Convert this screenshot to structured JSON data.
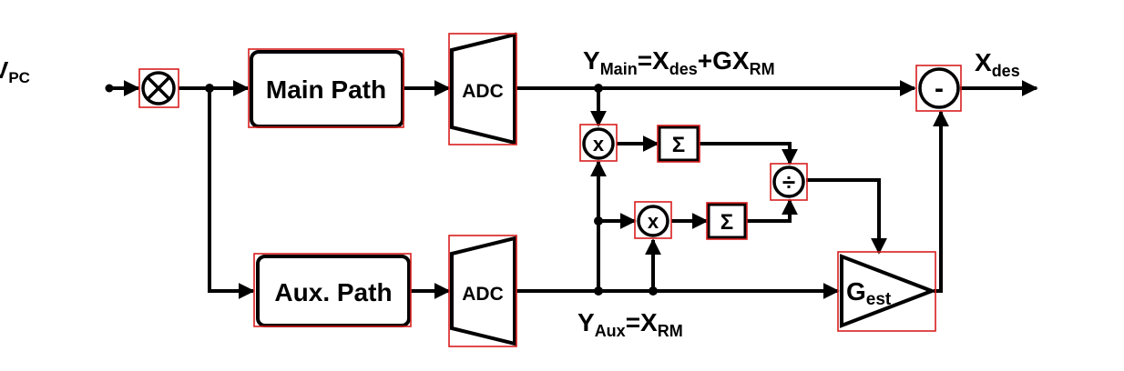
{
  "input_label": {
    "main": "V",
    "sub": "PC"
  },
  "blocks": {
    "main_path": "Main Path",
    "aux_path": "Aux. Path",
    "adc_main": "ADC",
    "adc_aux": "ADC",
    "gain": {
      "main": "G",
      "sub": "est"
    }
  },
  "operators": {
    "mixer_in": "⊗",
    "mult_top": "x",
    "mult_bottom": "x",
    "sum_top": "Σ",
    "sum_bottom": "Σ",
    "divide": "÷",
    "subtract": "-"
  },
  "equations": {
    "y_main": {
      "y": "Y",
      "y_sub": "Main",
      "eq": "=X",
      "x_sub": "des",
      "rest": "+GX",
      "rm_sub": "RM"
    },
    "y_aux": {
      "y": "Y",
      "y_sub": "Aux",
      "eq": "=X",
      "x_sub": "RM"
    }
  },
  "output_label": {
    "main": "X",
    "sub": "des"
  },
  "colors": {
    "line": "#000000",
    "highlight": "#d81e1e"
  }
}
